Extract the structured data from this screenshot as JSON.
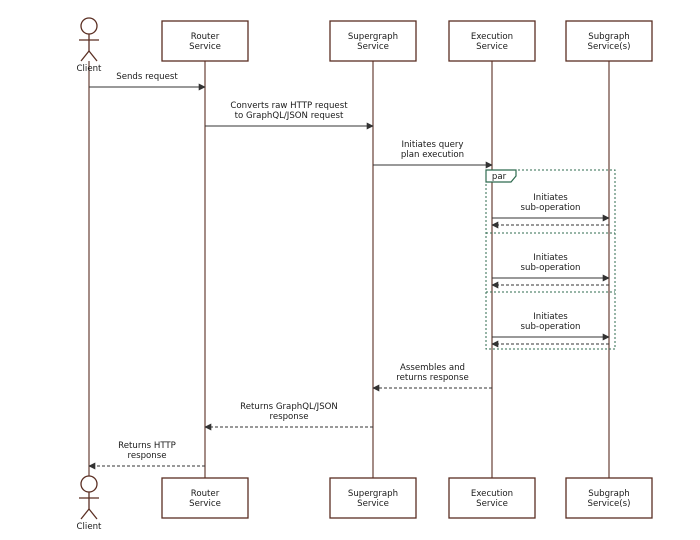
{
  "participants": [
    {
      "id": "client",
      "kind": "actor",
      "lines": [
        "Client"
      ]
    },
    {
      "id": "router",
      "kind": "box",
      "lines": [
        "Router",
        "Service"
      ]
    },
    {
      "id": "supergraph",
      "kind": "box",
      "lines": [
        "Supergraph",
        "Service"
      ]
    },
    {
      "id": "execution",
      "kind": "box",
      "lines": [
        "Execution",
        "Service"
      ]
    },
    {
      "id": "subgraph",
      "kind": "box",
      "lines": [
        "Subgraph",
        "Service(s)"
      ]
    }
  ],
  "messages": [
    {
      "from": "client",
      "to": "router",
      "style": "solid",
      "lines": [
        "Sends request"
      ]
    },
    {
      "from": "router",
      "to": "supergraph",
      "style": "solid",
      "lines": [
        "Converts raw HTTP request",
        "to GraphQL/JSON request"
      ]
    },
    {
      "from": "supergraph",
      "to": "execution",
      "style": "solid",
      "lines": [
        "Initiates query",
        "plan execution"
      ]
    },
    {
      "from": "execution",
      "to": "subgraph",
      "style": "solid",
      "lines": [
        "Initiates",
        "sub-operation"
      ]
    },
    {
      "from": "subgraph",
      "to": "execution",
      "style": "dashed",
      "lines": []
    },
    {
      "from": "execution",
      "to": "subgraph",
      "style": "solid",
      "lines": [
        "Initiates",
        "sub-operation"
      ]
    },
    {
      "from": "subgraph",
      "to": "execution",
      "style": "dashed",
      "lines": []
    },
    {
      "from": "execution",
      "to": "subgraph",
      "style": "solid",
      "lines": [
        "Initiates",
        "sub-operation"
      ]
    },
    {
      "from": "subgraph",
      "to": "execution",
      "style": "dashed",
      "lines": []
    },
    {
      "from": "execution",
      "to": "supergraph",
      "style": "dashed",
      "lines": [
        "Assembles and",
        "returns response"
      ]
    },
    {
      "from": "supergraph",
      "to": "router",
      "style": "dashed",
      "lines": [
        "Returns GraphQL/JSON",
        "response"
      ]
    },
    {
      "from": "router",
      "to": "client",
      "style": "dashed",
      "lines": [
        "Returns HTTP",
        "response"
      ]
    }
  ],
  "fragment": {
    "label": "par"
  }
}
